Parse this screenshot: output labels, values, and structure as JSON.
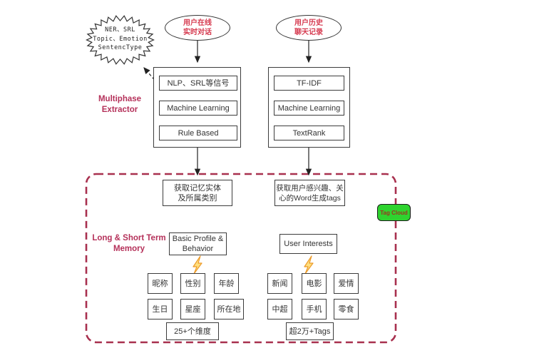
{
  "colors": {
    "accent_red": "#d63a4f",
    "crimson_label": "#b5315a",
    "dashed_border": "#a8304e",
    "tag_cloud_green": "#2fd32f",
    "bolt_orange": "#ec9b2a"
  },
  "annotation_cloud": {
    "lines": [
      "NER、SRL",
      "Topic、Emotion",
      "SentencType"
    ]
  },
  "inputs": {
    "online_dialog": {
      "lines": [
        "用户在线",
        "实时对话"
      ]
    },
    "history_chat": {
      "lines": [
        "用户历史",
        "聊天记录"
      ]
    }
  },
  "extractor": {
    "label_lines": [
      "Multiphase",
      "Extractor"
    ],
    "realtime_methods": [
      "NLP、SRL等信号",
      "Machine Learning",
      "Rule Based"
    ],
    "history_methods": [
      "TF-IDF",
      "Machine Learning",
      "TextRank"
    ]
  },
  "outputs": {
    "memory_entities": {
      "lines": [
        "获取记忆实体",
        "及所属类别"
      ]
    },
    "interest_tags": {
      "lines": [
        "获取用户感兴趣、关",
        "心的Word生成tags"
      ]
    }
  },
  "memory": {
    "label_lines": [
      "Long & Short Term",
      "Memory"
    ],
    "profile_header_lines": [
      "Basic Profile &",
      "Behavior"
    ],
    "interests_header": "User Interests",
    "profile_tags": [
      [
        "昵称",
        "性别",
        "年龄"
      ],
      [
        "生日",
        "星座",
        "所在地"
      ]
    ],
    "interest_tags": [
      [
        "新闻",
        "电影",
        "爱情"
      ],
      [
        "中超",
        "手机",
        "零食"
      ]
    ],
    "profile_summary": "25+个维度",
    "interests_summary": "超2万+Tags"
  },
  "tag_cloud": {
    "label": "Tag Cloud"
  }
}
